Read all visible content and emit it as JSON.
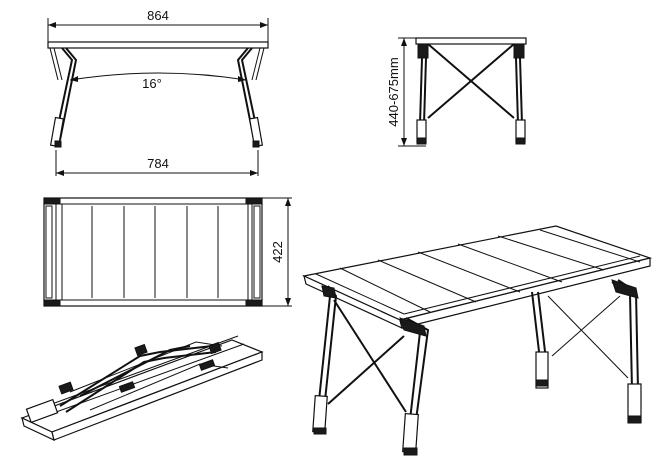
{
  "dimensions": {
    "top_width": "864",
    "leg_angle": "16°",
    "bottom_width": "784",
    "height_range": "440-675mm",
    "depth": "422"
  },
  "colors": {
    "line": "#111111",
    "background": "#ffffff"
  }
}
